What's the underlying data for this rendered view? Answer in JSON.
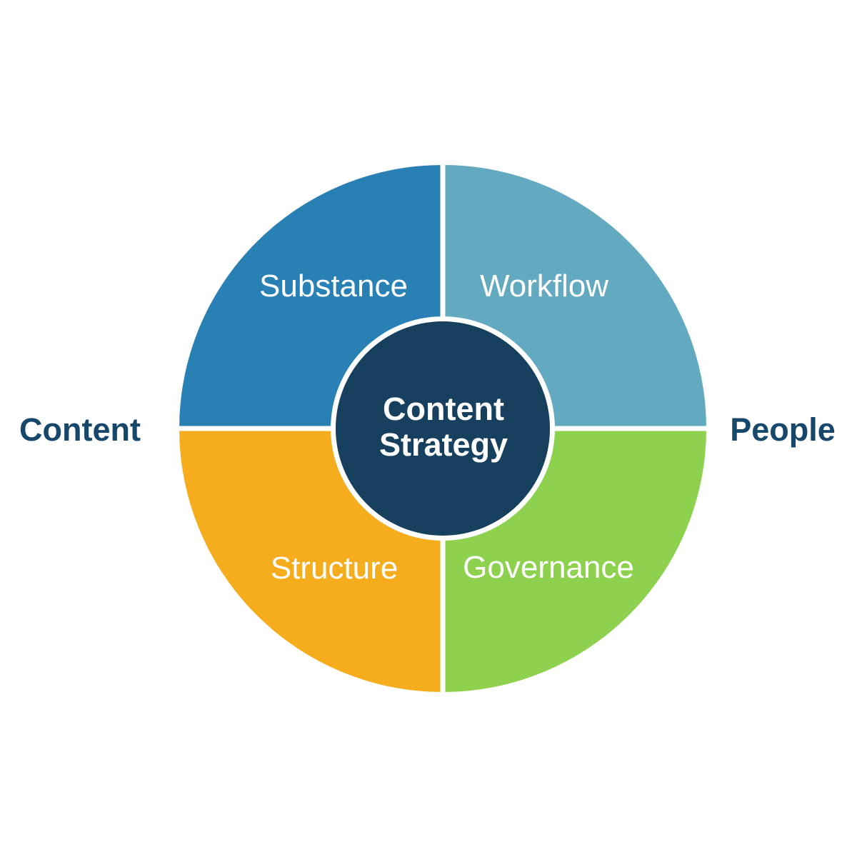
{
  "diagram": {
    "center": {
      "line1": "Content",
      "line2": "Strategy"
    },
    "quadrants": [
      {
        "label": "Substance",
        "position": "top-left",
        "color": "#2980B4"
      },
      {
        "label": "Workflow",
        "position": "top-right",
        "color": "#63A9BF"
      },
      {
        "label": "Structure",
        "position": "bottom-left",
        "color": "#F5AC1D"
      },
      {
        "label": "Governance",
        "position": "bottom-right",
        "color": "#8DD14E"
      }
    ],
    "axis_labels": {
      "left": "Content",
      "right": "People"
    },
    "colors": {
      "center_circle": "#16405E",
      "center_text": "#FFFFFF",
      "quadrant_text": "#FFFFFF",
      "axis_label_text": "#17476B",
      "divider": "#FFFFFF",
      "background": "#FFFFFF"
    }
  }
}
